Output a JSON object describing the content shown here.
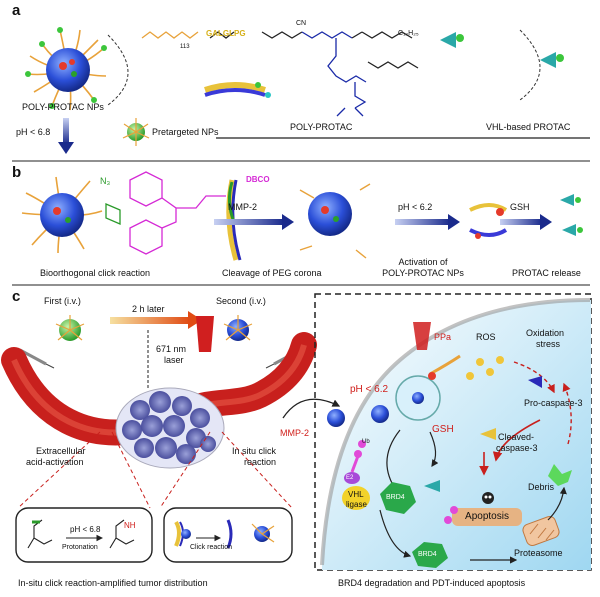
{
  "panels": {
    "a": {
      "letter": "a",
      "poly_protac_nps": "POLY-PROTAC NPs",
      "ph_condition": "pH < 6.8",
      "pretargeted_nps": "Pretargeted NPs",
      "poly_protac": "POLY-PROTAC",
      "vhl_protac": "VHL-based PROTAC",
      "chem": {
        "peptide": "GALGLPG",
        "repeat_113": "113",
        "cn": "CN",
        "dodecyl": "C₁₂H₂₅"
      }
    },
    "b": {
      "letter": "b",
      "dbco": "DBCO",
      "azide": "N₃",
      "step_mmp2": "MMP-2",
      "step_ph": "pH < 6.2",
      "step_gsh": "GSH",
      "caption_click": "Bioorthogonal click reaction",
      "caption_cleavage": "Cleavage of PEG corona",
      "caption_activation_1": "Activation of",
      "caption_activation_2": "POLY-PROTAC NPs",
      "caption_release": "PROTAC release"
    },
    "c": {
      "letter": "c",
      "first": "First (i.v.)",
      "second": "Second (i.v.)",
      "two_h_later": "2 h later",
      "laser_1": "671 nm",
      "laser_2": "laser",
      "extracellular_1": "Extracellular",
      "extracellular_2": "acid-activation",
      "insitu_1": "In situ click",
      "insitu_2": "reaction",
      "mmp2": "MMP-2",
      "ph_box": "pH < 6.8",
      "protonation": "Protonation",
      "nh": "NH",
      "click_reaction": "Click reaction",
      "caption_left": "In-situ click reaction-amplified tumor distribution",
      "caption_right": "BRD4 degradation and PDT-induced apoptosis",
      "cell": {
        "ppa": "PPa",
        "ros": "ROS",
        "oxidation_1": "Oxidation",
        "oxidation_2": "stress",
        "ph": "pH < 6.2",
        "gsh": "GSH",
        "pro_caspase": "Pro-caspase-3",
        "cleaved_1": "Cleaved-",
        "cleaved_2": "caspase-3",
        "apoptosis": "Apoptosis",
        "debris": "Debris",
        "vhl_1": "VHL",
        "vhl_2": "ligase",
        "e2": "E2",
        "brd4": "BRD4",
        "brd4_b": "BRD4",
        "proteasome": "Proteasome",
        "ub": "Ub"
      }
    }
  },
  "colors": {
    "np_core": "#2b4fd8",
    "peg": "#e8a23a",
    "vessel": "#c8201d",
    "arrow_blue": "#1a2a8c",
    "red_text": "#d0201c",
    "cell_bg": "#cfeaf7",
    "dbco": "#d52ad5"
  }
}
